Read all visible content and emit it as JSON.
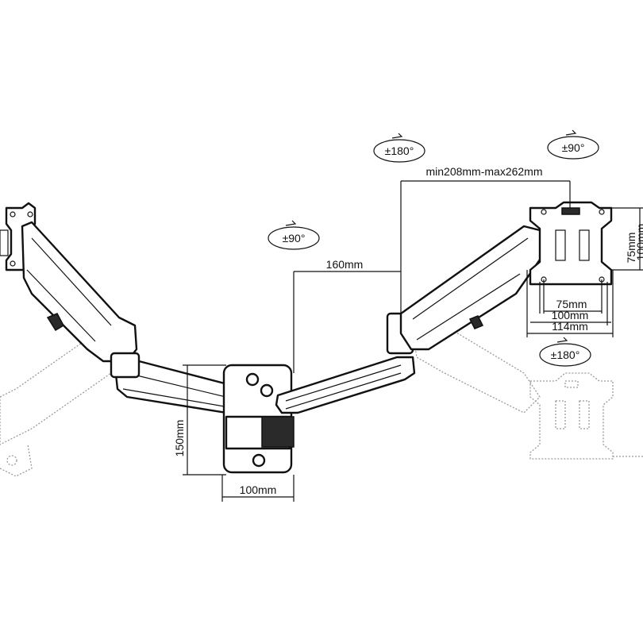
{
  "labels": {
    "rot_left": "±90°",
    "rot_mid_top": "±180°",
    "rot_right_top": "±90°",
    "rot_right_lower": "±180°",
    "arm_reach": "min208mm-max262mm",
    "arm_length": "160mm",
    "plate_height": "150mm",
    "plate_width": "100mm",
    "vesa_75_h": "75mm",
    "vesa_100_h": "100mm",
    "vesa_114_h": "114mm",
    "vesa_75_v": "75mm",
    "vesa_100_v": "100mm"
  }
}
